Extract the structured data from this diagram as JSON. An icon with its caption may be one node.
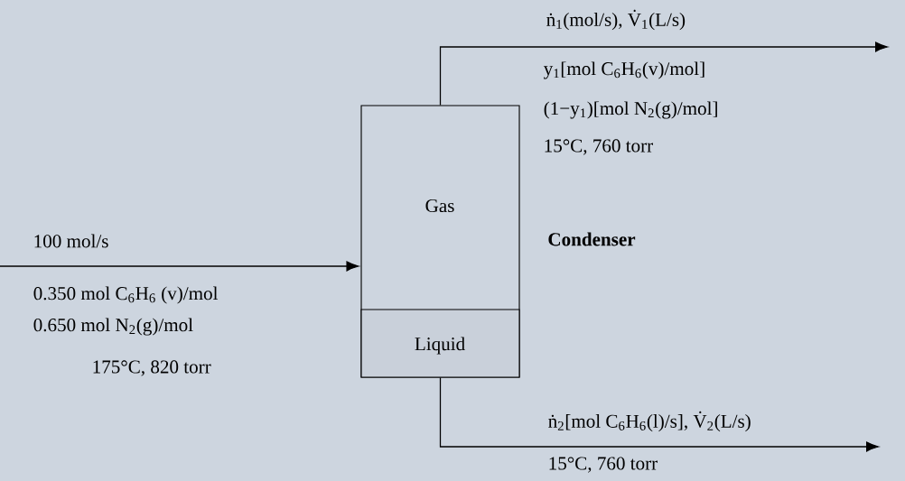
{
  "diagram": {
    "nodes": [
      {
        "text": [
          "Gas"
        ],
        "beside": [
          "Condenser"
        ]
      },
      {
        "text": [
          "Liquid"
        ],
        "in": 0
      }
    ],
    "edges": [
      {
        "from": null,
        "to": 0,
        "arrow": "to"
      },
      {
        "from": 0,
        "to": null,
        "arrow": "to"
      },
      {
        "from": 1,
        "to": null,
        "arrow": "to"
      }
    ],
    "labels": [
      "ṅ$_{1}$(mol/s), V̇$_{1}$(L/s)",
      "y$_{1}$[mol C$_{6}$H$_{6}$(v)/mol]",
      "(1−y$_{1}$)[mol N$_{2}$(g)/mol]",
      "15°C, 760 torr",
      "100 mol/s",
      "0.350 mol C$_{6}$H$_{6}$ (v)/mol",
      "0.650 mol N$_{2}$(g)/mol",
      "175°C, 820 torr",
      "ṅ$_{2}$[mol C$_{6}$H$_{6}$(l)/s], V̇$_{2}$(L/s)",
      "15°C, 760 torr"
    ]
  }
}
